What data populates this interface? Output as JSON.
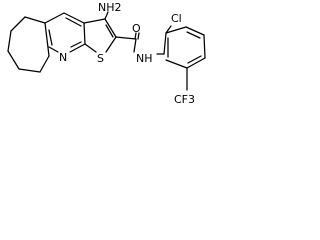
{
  "molecule": {
    "atoms": {
      "amine": "NH2",
      "chlorine": "Cl",
      "pyridine_nitrogen": "N",
      "sulfur": "S",
      "oxygen": "O",
      "amide_nitrogen": "NH",
      "trifluoromethyl": "CF3"
    },
    "colors": {
      "bonds": "#000000",
      "labels": "#000000",
      "background": "#ffffff"
    }
  }
}
